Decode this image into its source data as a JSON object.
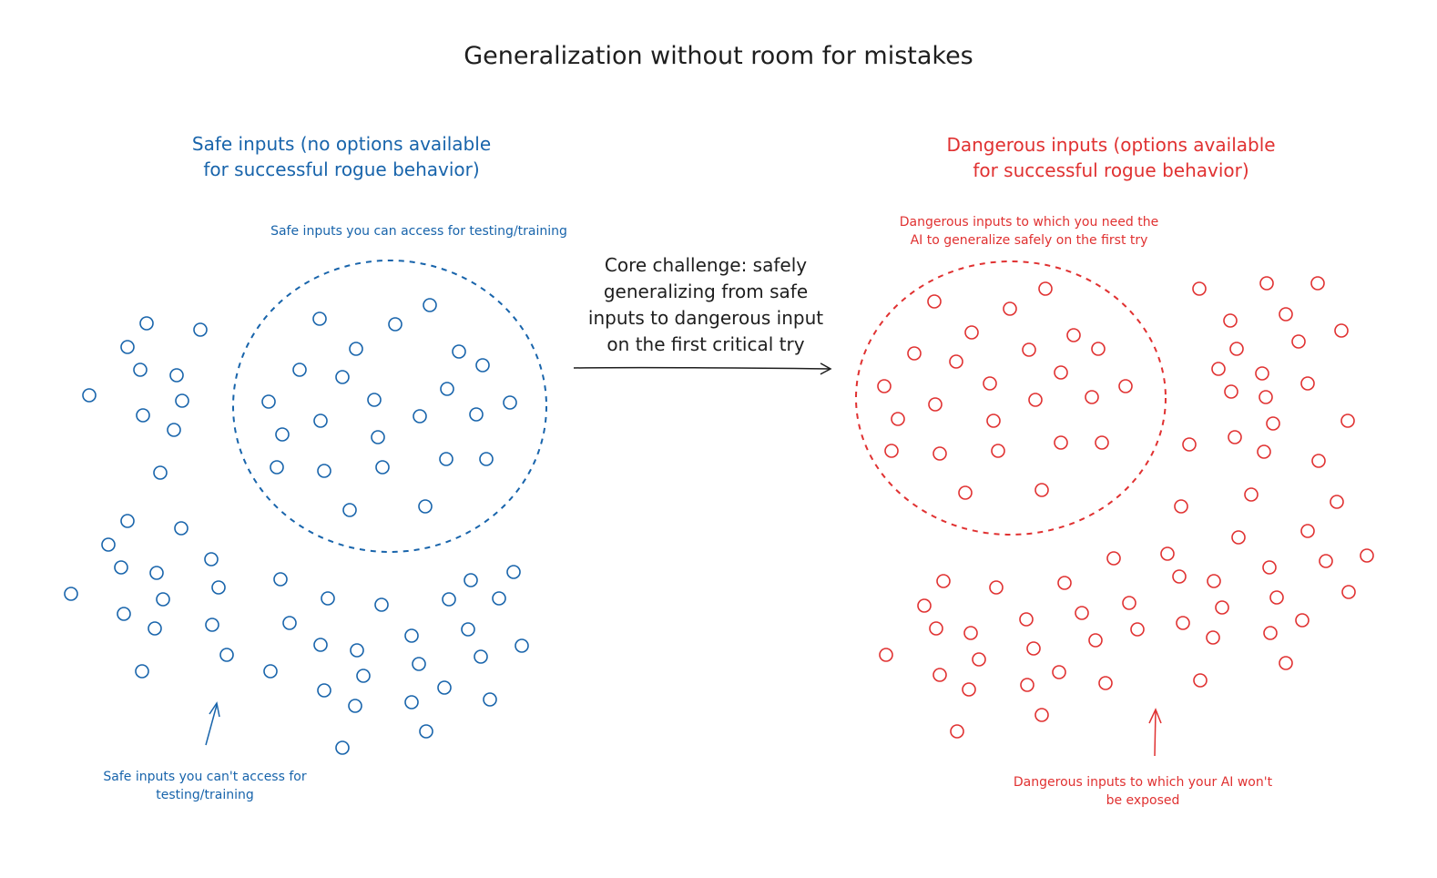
{
  "title": "Generalization without room for mistakes",
  "colors": {
    "safe": "#1864ab",
    "danger": "#e03131",
    "neutral": "#1e1e1e"
  },
  "safe": {
    "heading": "Safe inputs (no options available\nfor successful rogue behavior)",
    "accessible_label": "Safe inputs you can access for testing/training",
    "inaccessible_label": "Safe inputs you can't access for\ntesting/training"
  },
  "danger": {
    "heading": "Dangerous inputs (options available\nfor successful rogue behavior)",
    "first_try_label": "Dangerous inputs to which you need the\nAI to generalize safely on the first try",
    "unexposed_label": "Dangerous inputs to which your AI won't\nbe exposed"
  },
  "core_challenge": "Core challenge: safely\ngeneralizing from safe\ninputs to dangerous input\non the first critical try"
}
